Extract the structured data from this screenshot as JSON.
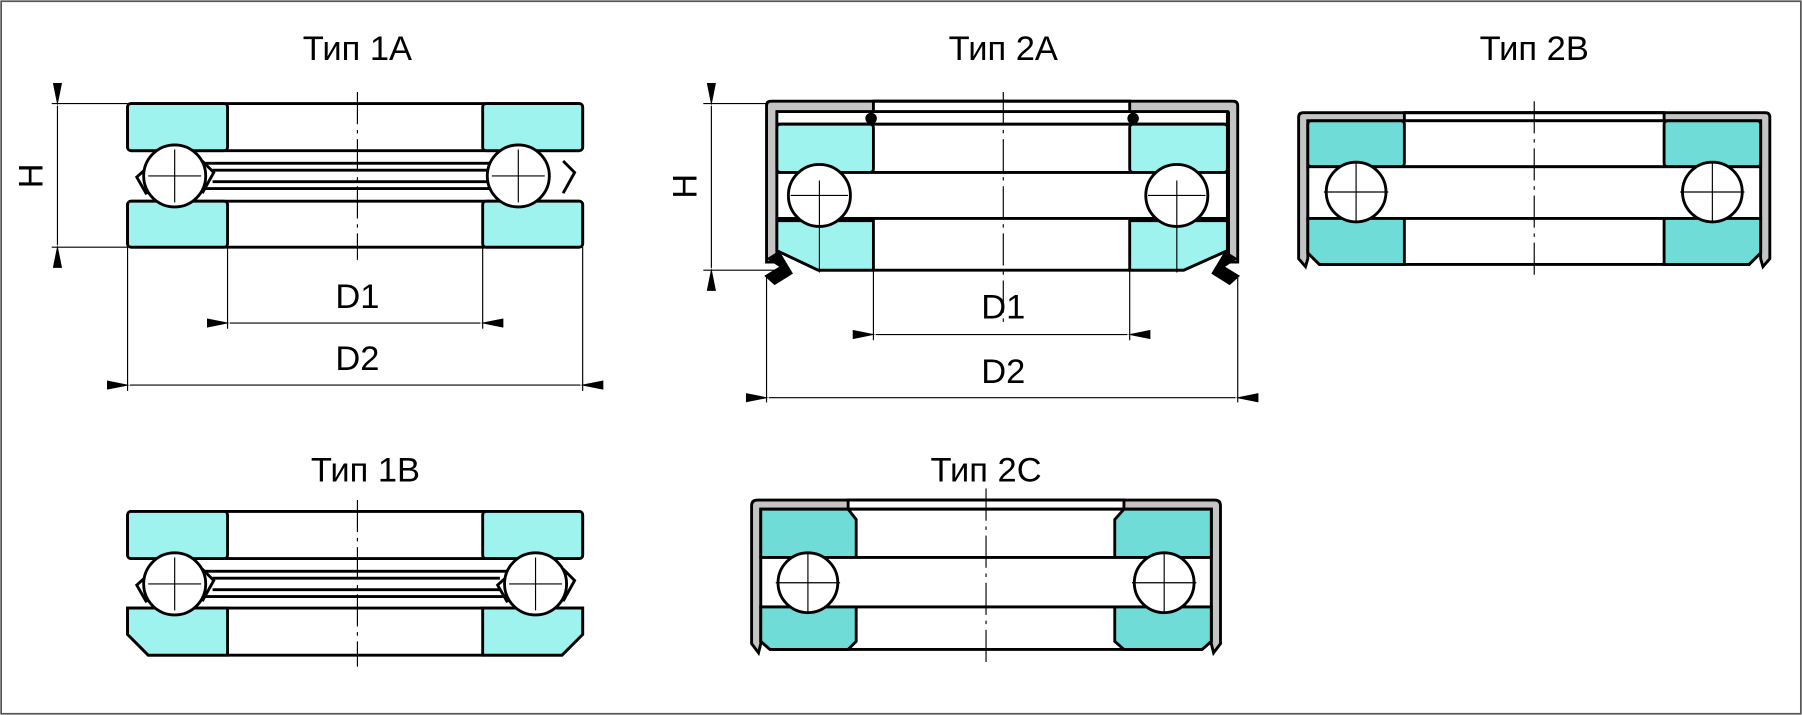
{
  "titles": {
    "type_1a": "Тип 1А",
    "type_1b": "Тип 1В",
    "type_2a": "Тип 2А",
    "type_2b": "Тип 2В",
    "type_2c": "Тип 2С"
  },
  "dimensions": {
    "height": "H",
    "inner_diameter": "D1",
    "outer_diameter": "D2"
  },
  "colors": {
    "ring_light": "#9ff3ef",
    "ring_dark": "#6fdcd8",
    "shell": "#c4c4c4"
  }
}
